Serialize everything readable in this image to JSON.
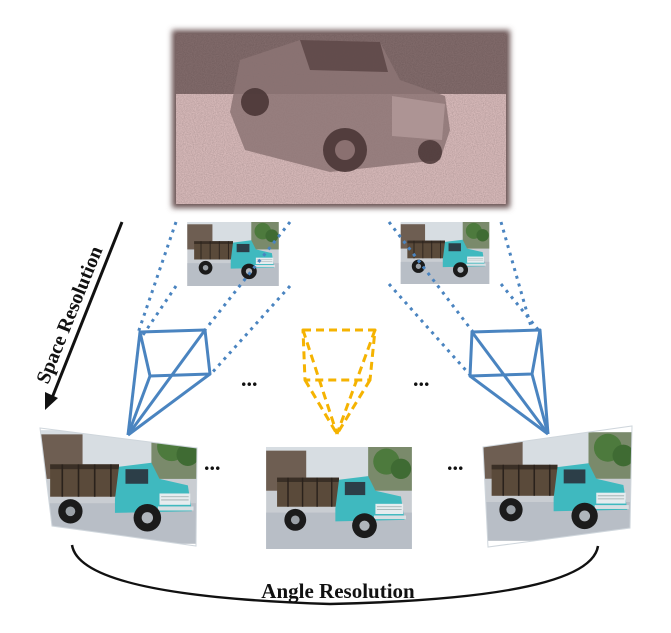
{
  "labels": {
    "space_resolution": "Space Resolution",
    "angle_resolution": "Angle Resolution",
    "ellipsis": "..."
  },
  "images": {
    "reconstruction": "point-cloud-truck-reconstruction",
    "photo_content": "turquoise-vintage-pickup-truck"
  },
  "colors": {
    "camera_blue": "#4a84c0",
    "virtual_camera": "#f5b301",
    "arc": "#111111",
    "reconstruction_tint": "#8a6a6a"
  }
}
